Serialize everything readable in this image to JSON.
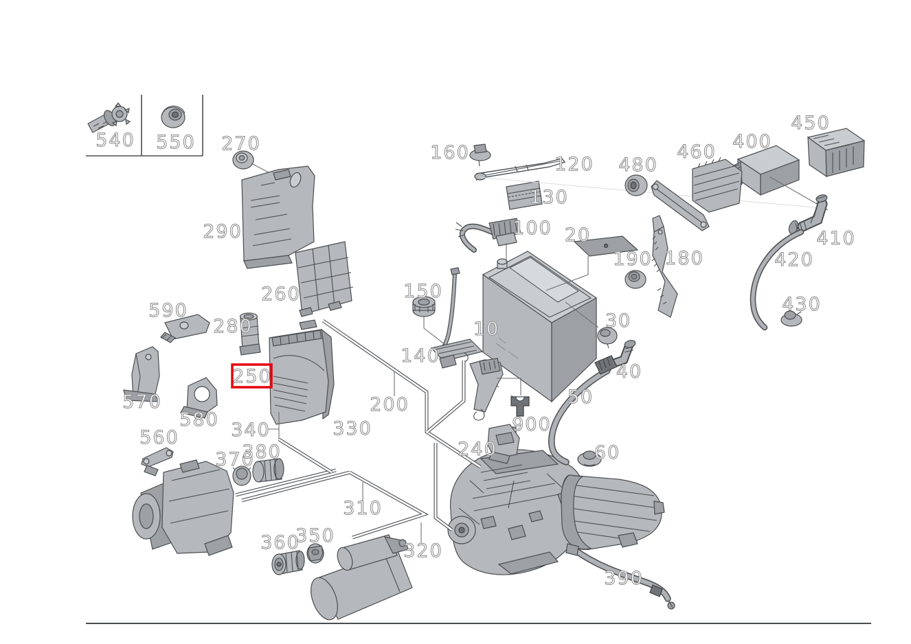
{
  "diagram": {
    "type": "exploded-parts-diagram",
    "colors": {
      "background": "#ffffff",
      "part_fill": "#b5b9bd",
      "part_shadow": "#9da1a5",
      "part_light": "#c9cdd0",
      "outline": "#4a4d50",
      "callout_fill": "#fafafa",
      "callout_stroke": "#8c8c8c",
      "highlight": "#e8000d"
    },
    "highlighted_callout": "250",
    "inset_table": {
      "cells": [
        "540",
        "550"
      ]
    },
    "callouts": [
      {
        "id": "540",
        "text": "540"
      },
      {
        "id": "550",
        "text": "550"
      },
      {
        "id": "270",
        "text": "270"
      },
      {
        "id": "290",
        "text": "290"
      },
      {
        "id": "260",
        "text": "260"
      },
      {
        "id": "280",
        "text": "280"
      },
      {
        "id": "250",
        "text": "250"
      },
      {
        "id": "590",
        "text": "590"
      },
      {
        "id": "570",
        "text": "570"
      },
      {
        "id": "580",
        "text": "580"
      },
      {
        "id": "560",
        "text": "560"
      },
      {
        "id": "340",
        "text": "340"
      },
      {
        "id": "370",
        "text": "370"
      },
      {
        "id": "380",
        "text": "380"
      },
      {
        "id": "360",
        "text": "360"
      },
      {
        "id": "350",
        "text": "350"
      },
      {
        "id": "310",
        "text": "310"
      },
      {
        "id": "320",
        "text": "320"
      },
      {
        "id": "330",
        "text": "330"
      },
      {
        "id": "200",
        "text": "200"
      },
      {
        "id": "150",
        "text": "150"
      },
      {
        "id": "140",
        "text": "140"
      },
      {
        "id": "160",
        "text": "160"
      },
      {
        "id": "120",
        "text": "120"
      },
      {
        "id": "130",
        "text": "130"
      },
      {
        "id": "100",
        "text": "100"
      },
      {
        "id": "20",
        "text": "20"
      },
      {
        "id": "10",
        "text": "10"
      },
      {
        "id": "190",
        "text": "190"
      },
      {
        "id": "180",
        "text": "180"
      },
      {
        "id": "30",
        "text": "30"
      },
      {
        "id": "40",
        "text": "40"
      },
      {
        "id": "50",
        "text": "50"
      },
      {
        "id": "60",
        "text": "60"
      },
      {
        "id": "240",
        "text": "240"
      },
      {
        "id": "900",
        "text": "900"
      },
      {
        "id": "390",
        "text": "390"
      },
      {
        "id": "480",
        "text": "480"
      },
      {
        "id": "460",
        "text": "460"
      },
      {
        "id": "400",
        "text": "400"
      },
      {
        "id": "450",
        "text": "450"
      },
      {
        "id": "410",
        "text": "410"
      },
      {
        "id": "420",
        "text": "420"
      },
      {
        "id": "430",
        "text": "430"
      }
    ]
  }
}
